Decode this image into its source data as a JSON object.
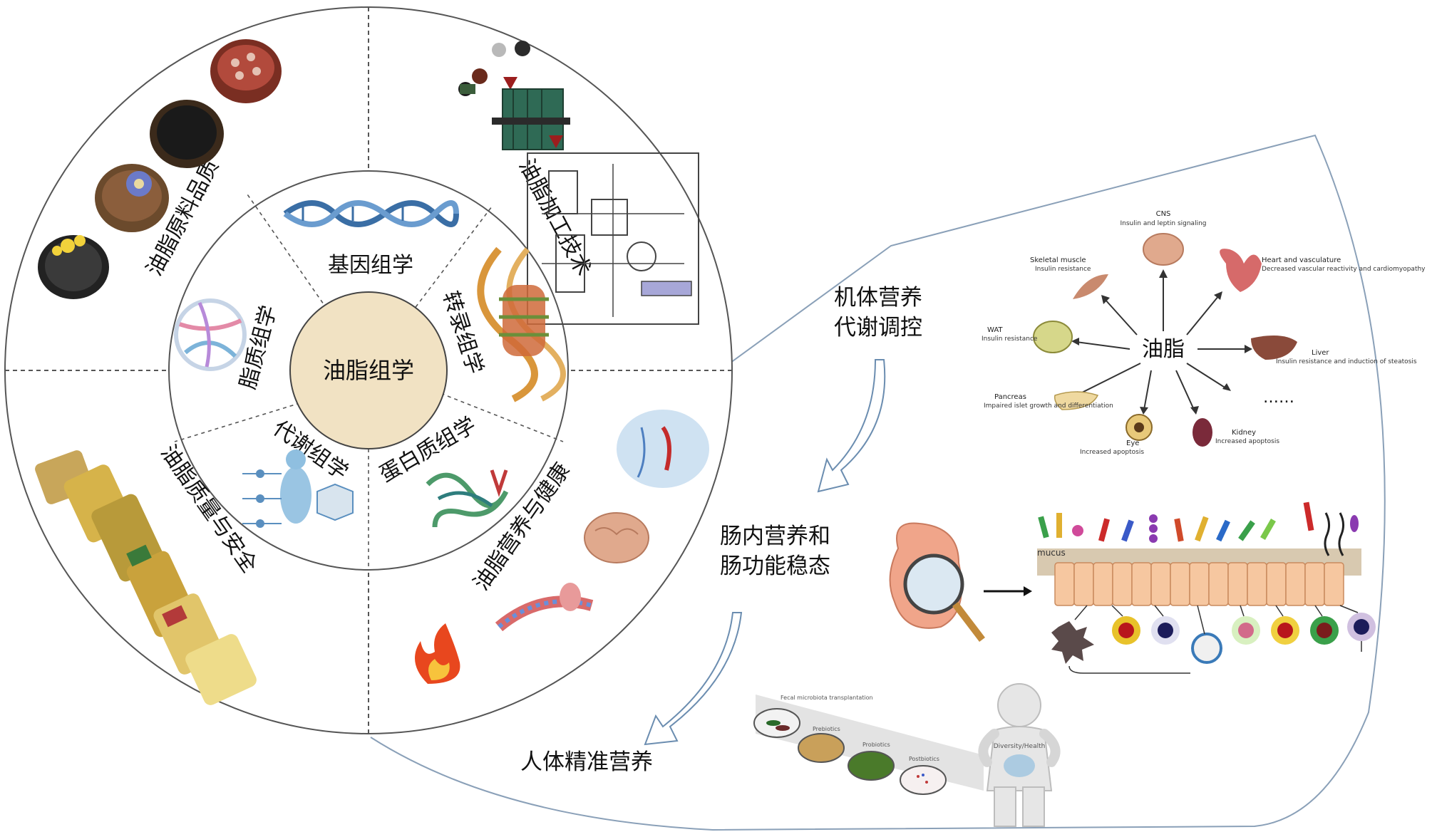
{
  "wheel": {
    "center": "油脂组学",
    "inner_segments": [
      "基因组学",
      "转录组学",
      "蛋白质组学",
      "代谢组学",
      "脂质组学"
    ],
    "outer_quadrants": [
      "油脂原料品质",
      "油脂加工技术",
      "油脂营养与健康",
      "油脂质量与安全"
    ]
  },
  "flow_labels": {
    "metabolic": [
      "机体营养",
      "代谢调控"
    ],
    "gut": [
      "肠内营养和",
      "肠功能稳态"
    ],
    "precision": "人体精准营养"
  },
  "organ_diagram": {
    "center": "油脂",
    "ellipsis": "……",
    "organs": [
      {
        "name": "CNS",
        "note": "Insulin and leptin signaling"
      },
      {
        "name": "Skeletal muscle",
        "note": "Insulin resistance"
      },
      {
        "name": "Heart and vasculature",
        "note": "Decreased vascular reactivity and cardiomyopathy"
      },
      {
        "name": "WAT",
        "note": "Insulin resistance"
      },
      {
        "name": "Liver",
        "note": "Insulin resistance and induction of steatosis"
      },
      {
        "name": "Pancreas",
        "note": "Impaired islet growth and differentiation"
      },
      {
        "name": "Eye",
        "note": "Increased apoptosis"
      },
      {
        "name": "Kidney",
        "note": "Increased apoptosis"
      }
    ]
  },
  "gut_diagram": {
    "layer_label": "mucus"
  },
  "microbiota_panel": {
    "steps": [
      "Fecal microbiota transplantation",
      "Prebiotics",
      "Probiotics",
      "Postbiotics"
    ],
    "person_label": "Diversity/Health"
  },
  "colors": {
    "center_fill": "#f1e2c3",
    "line": "#555555",
    "frame": "#8aa0b8",
    "gut_tissue": "#f6c7a0",
    "mucus": "#d8c9b0"
  }
}
